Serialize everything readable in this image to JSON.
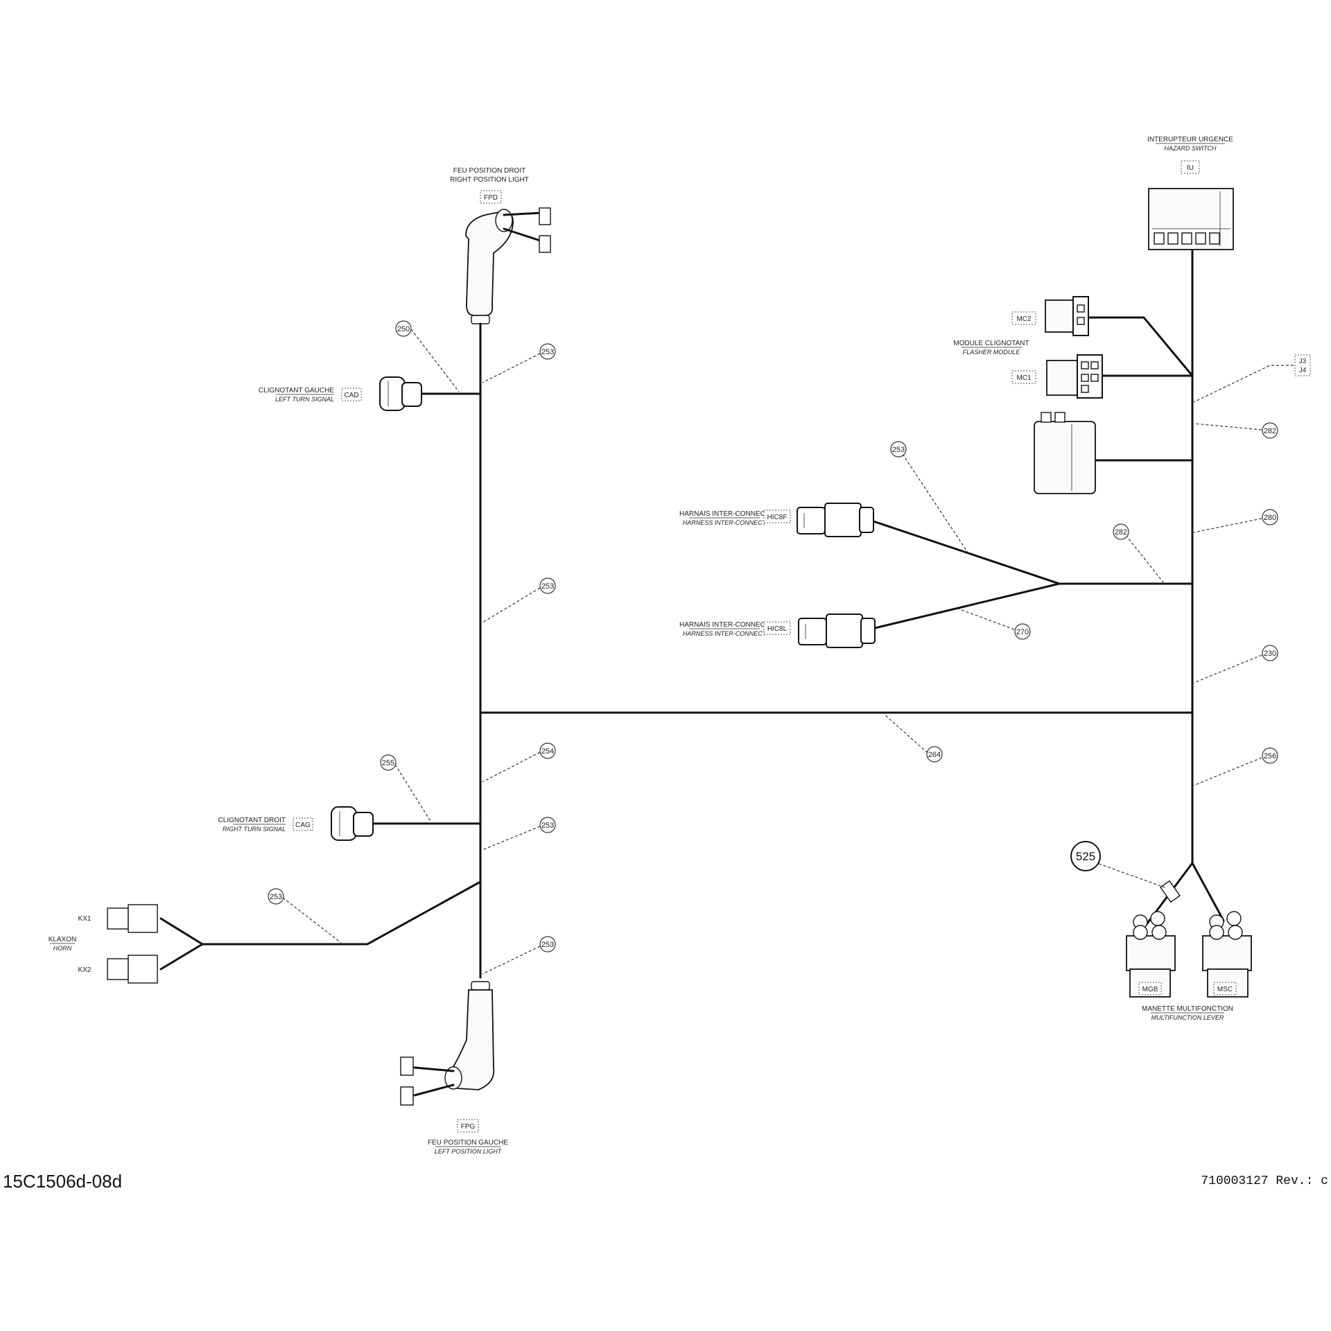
{
  "drawing_id": "15C1506d-08d",
  "part_number": "710003127 Rev.: c",
  "components": {
    "right_position_light": {
      "fr": "FEU POSITION DROIT",
      "en": "RIGHT POSITION LIGHT",
      "code": "FPD"
    },
    "left_turn_signal": {
      "fr": "CLIGNOTANT GAUCHE",
      "en": "LEFT TURN SIGNAL",
      "code": "CAD"
    },
    "right_turn_signal": {
      "fr": "CLIGNOTANT DROIT",
      "en": "RIGHT TURN SIGNAL",
      "code": "CAG"
    },
    "horn": {
      "fr": "KLAXON",
      "en": "HORN",
      "code_1": "KX1",
      "code_2": "KX2"
    },
    "left_position_light": {
      "fr": "FEU POSITION GAUCHE",
      "en": "LEFT POSITION LIGHT",
      "code": "FPG"
    },
    "hazard_switch": {
      "fr": "INTERUPTEUR URGENCE",
      "en": "HAZARD SWITCH",
      "code": "IU"
    },
    "flasher_module": {
      "fr": "MODULE CLIGNOTANT",
      "en": "FLASHER MODULE",
      "code_1": "MC2",
      "code_2": "MC1"
    },
    "splice_label": {
      "line1": "J3",
      "line2": "J4"
    },
    "harness_connect_1": {
      "fr": "HARNAIS INTER-CONNECT",
      "en": "HARNESS INTER-CONNECT",
      "code": "HIC8F"
    },
    "harness_connect_2": {
      "fr": "HARNAIS INTER-CONNECT",
      "en": "HARNESS INTER-CONNECT",
      "code": "HIC8L"
    },
    "multifunction_lever": {
      "fr": "MANETTE MULTIFONCTION",
      "en": "MULTIFUNCTION LEVER",
      "code_1": "MGB",
      "code_2": "MSC"
    }
  },
  "callouts": {
    "c1": "250",
    "c2": "253",
    "c3": "253",
    "c4": "254",
    "c5": "255",
    "c6": "253",
    "c7": "253",
    "c8": "253",
    "c9": "253",
    "c10": "282",
    "c11": "280",
    "c12": "282",
    "c13": "270",
    "c14": "230",
    "c15": "264",
    "c16": "256",
    "c17": "525"
  }
}
